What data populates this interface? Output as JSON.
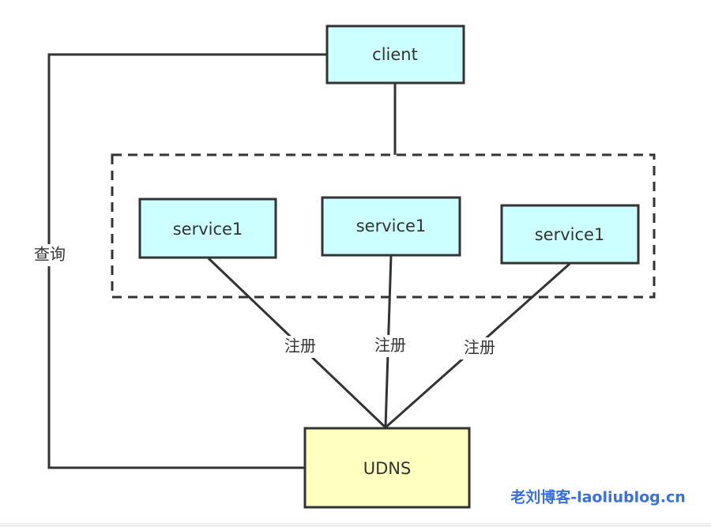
{
  "nodes": {
    "client": "client",
    "service_left": "service1",
    "service_middle": "service1",
    "service_right": "service1",
    "udns": "UDNS"
  },
  "edge_labels": {
    "query": "查询",
    "register_left": "注册",
    "register_middle": "注册",
    "register_right": "注册"
  },
  "watermark": "老刘博客-laoliublog.cn",
  "colors": {
    "service_fill": "#ccffff",
    "udns_fill": "#ffffc0",
    "stroke": "#333333",
    "watermark": "#3a6fe0"
  }
}
